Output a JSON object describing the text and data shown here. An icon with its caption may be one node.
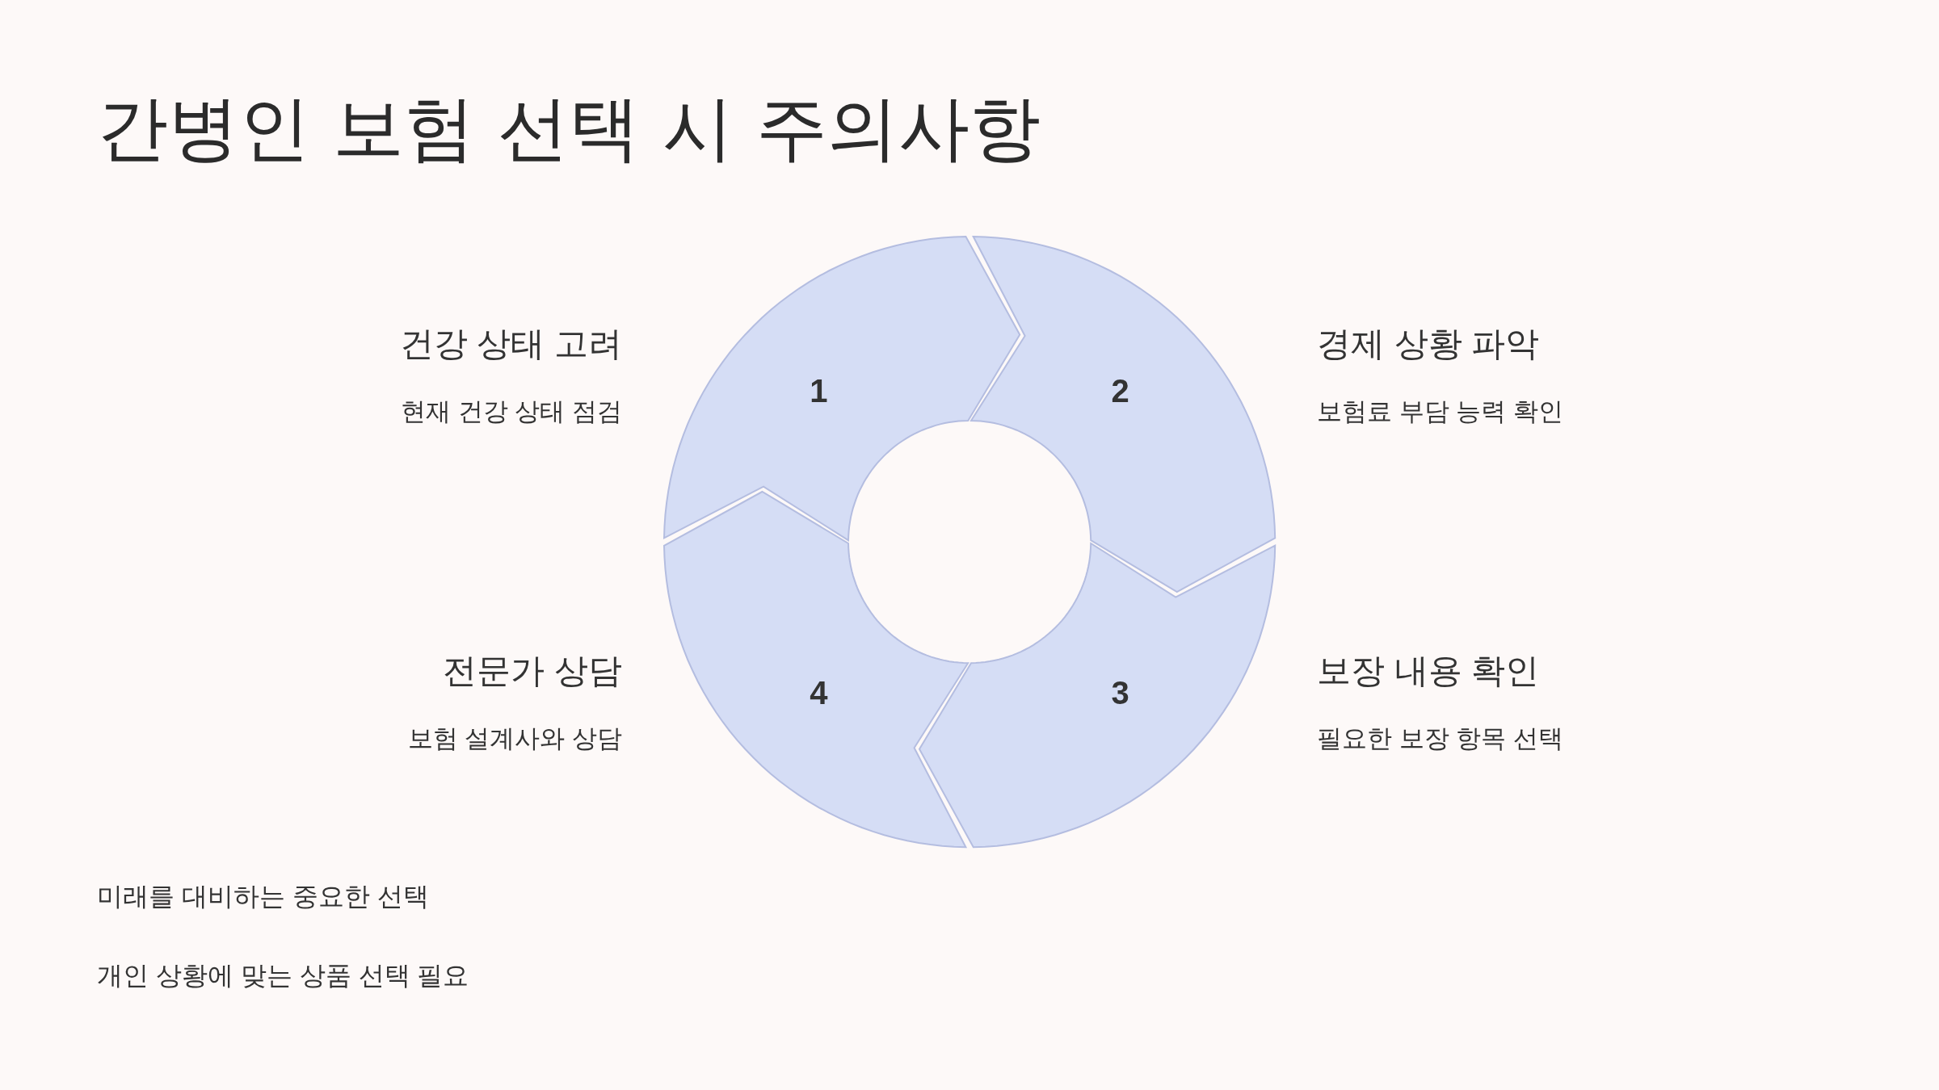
{
  "diagram": {
    "title": "간병인 보험 선택 시 주의사항",
    "nodes": [
      {
        "text": [
          "1"
        ],
        "beside": [
          "건강 상태 고려",
          "현재 건강 상태 점검"
        ]
      },
      {
        "text": [
          "2"
        ],
        "beside": [
          "경제 상황 파악",
          "보험료 부담 능력 확인"
        ]
      },
      {
        "text": [
          "3"
        ],
        "beside": [
          "보장 내용 확인",
          "필요한 보장 항목 선택"
        ]
      },
      {
        "text": [
          "4"
        ],
        "beside": [
          "전문가 상담",
          "보험 설계사와 상담"
        ]
      }
    ],
    "labels": [
      "미래를 대비하는 중요한 선택",
      "개인 상황에 맞는 상품 선택 필요"
    ]
  }
}
